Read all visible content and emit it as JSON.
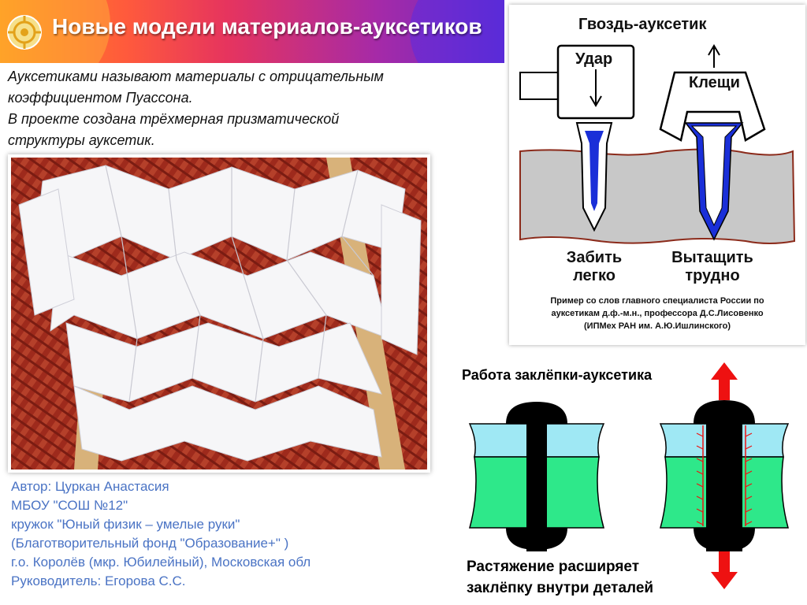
{
  "header": {
    "title": "Новые модели материалов-ауксетиков"
  },
  "intro": {
    "line1": "Ауксетиками называют материалы с отрицательным",
    "line2": "коэффициентом Пуассона.",
    "line3": "В проекте создана трёхмерная призматической",
    "line4": "структуры ауксетик."
  },
  "author": {
    "name": "Автор: Цуркан Анастасия",
    "school": "МБОУ \"СОШ №12\"",
    "club": "кружок \"Юный физик – умелые руки\"",
    "fund": "(Благотворительный фонд \"Образование+\" )",
    "city": "г.о. Королёв (мкр. Юбилейный), Московская обл",
    "supervisor": "Руководитель: Егорова С.С."
  },
  "nail_diagram": {
    "title": "Гвоздь-ауксетик",
    "strike_label": "Удар",
    "pliers_label": "Клещи",
    "drive_label_1": "Забить",
    "drive_label_2": "легко",
    "pull_label_1": "Вытащить",
    "pull_label_2": "трудно",
    "note_1": "Пример со слов главного специалиста России по",
    "note_2": "ауксетикам д.ф.-м.н., профессора Д.С.Лисовенко",
    "note_3": "(ИПМех РАН им. А.Ю.Ишлинского)"
  },
  "rivet": {
    "title": "Работа заклёпки-ауксетика",
    "caption_1": "Растяжение расширяет",
    "caption_2": "заклёпку внутри деталей"
  },
  "colors": {
    "light_blue": "#9fe8f4",
    "green": "#2ee88a",
    "nail_blue": "#1a2fd8",
    "arrow_red": "#ee1111",
    "author_blue": "#4a73c4"
  }
}
